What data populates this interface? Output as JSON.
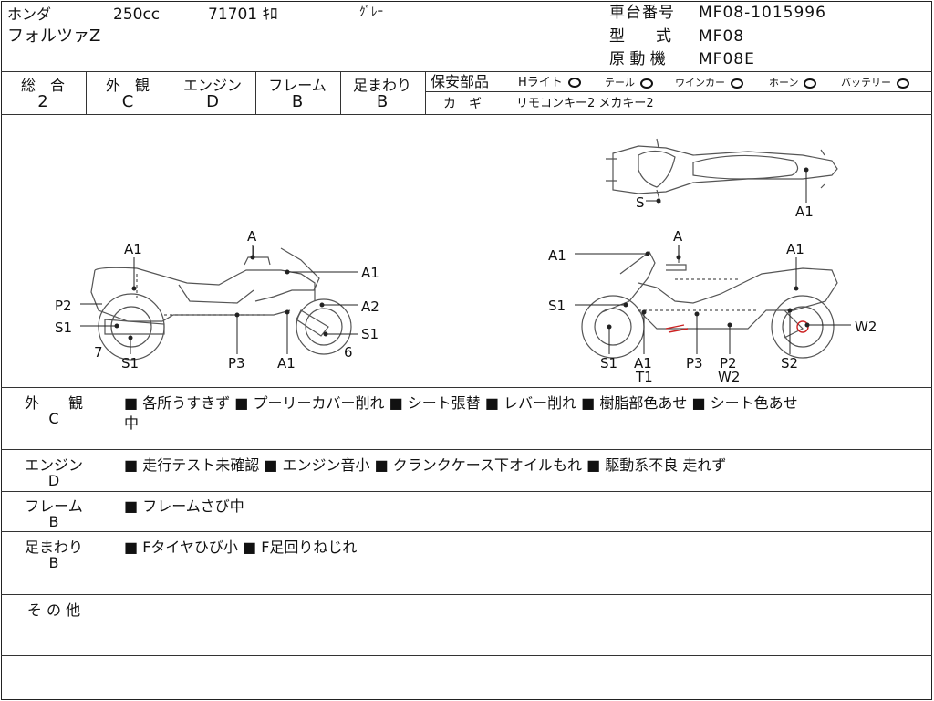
{
  "header": {
    "maker": "ホンダ",
    "displacement": "250cc",
    "mileage": "71701 ｷﾛ",
    "color": "ｸﾞﾚｰ",
    "model_name": "フォルツァZ",
    "frame_no_label": "車台番号",
    "frame_no": "MF08-1015996",
    "type_label": "型　　式",
    "type": "MF08",
    "engine_label": "原 動 機",
    "engine": "MF08E"
  },
  "grades": {
    "overall_label": "総　合",
    "overall": "2",
    "exterior_label": "外　観",
    "exterior": "C",
    "engine_label": "エンジン",
    "engine": "D",
    "frame_label": "フレーム",
    "frame": "B",
    "suspension_label": "足まわり",
    "suspension": "B"
  },
  "safety": {
    "label": "保安部品",
    "headlight": "Hライト",
    "tail": "テール",
    "winker": "ウインカー",
    "horn": "ホーン",
    "battery": "バッテリー",
    "key_label": "カ　ギ",
    "keys": "リモコンキー2 メカキー2"
  },
  "diagram_marks": {
    "left": [
      "A",
      "A1",
      "A1",
      "P2",
      "A2",
      "S1",
      "S1",
      "7",
      "S1",
      "P3",
      "A1",
      "6"
    ],
    "right": [
      "A1",
      "A",
      "A1",
      "S1",
      "W2",
      "S1",
      "A1",
      "T1",
      "P3",
      "P2",
      "W2",
      "S2"
    ],
    "top": [
      "S",
      "A1"
    ]
  },
  "notes": {
    "exterior_label": "外　　観",
    "exterior_grade": "C",
    "exterior_text": "■ 各所うすきず ■ プーリーカバー削れ ■ シート張替 ■ レバー削れ ■ 樹脂部色あせ ■ シート色あせ",
    "exterior_text2": "中",
    "engine_label": "エンジン",
    "engine_grade": "D",
    "engine_text": "■ 走行テスト未確認 ■ エンジン音小 ■ クランクケース下オイルもれ ■ 駆動系不良 走れず",
    "frame_label": "フレーム",
    "frame_grade": "B",
    "frame_text": "■ フレームさび中",
    "suspension_label": "足まわり",
    "suspension_grade": "B",
    "suspension_text": "■ Fタイヤひび小 ■ F足回りねじれ",
    "other_label": "そ の 他"
  }
}
